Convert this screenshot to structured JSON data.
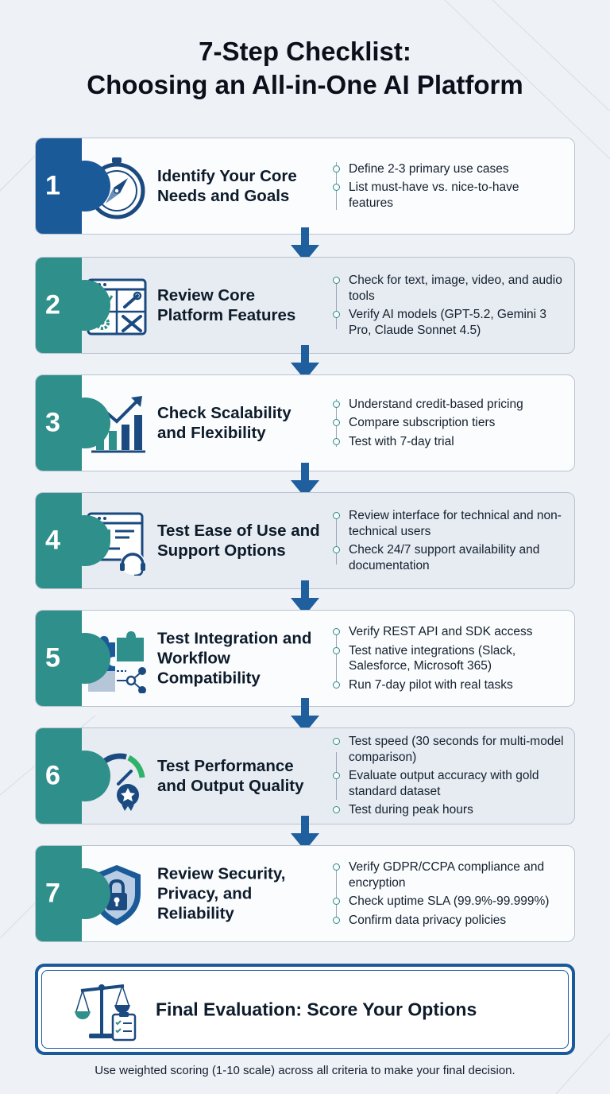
{
  "title_line1": "7-Step Checklist:",
  "title_line2": "Choosing an All-in-One AI Platform",
  "colors": {
    "navy": "#1a5a99",
    "teal": "#2f8f8a",
    "arrow": "#1f5f9e",
    "green_accent": "#2fb36b"
  },
  "steps": [
    {
      "number": "1",
      "title": "Identify Your Core Needs and Goals",
      "icon": "compass-icon",
      "bullets": [
        "Define 2-3 primary use cases",
        "List must-have vs. nice-to-have features"
      ]
    },
    {
      "number": "2",
      "title": "Review Core Platform Features",
      "icon": "feature-dashboard-icon",
      "bullets": [
        "Check for text, image, video, and audio tools",
        "Verify AI models (GPT-5.2, Gemini 3 Pro, Claude Sonnet 4.5)"
      ]
    },
    {
      "number": "3",
      "title": "Check Scalability and Flexibility",
      "icon": "growth-chart-icon",
      "bullets": [
        "Understand credit-based pricing",
        "Compare subscription tiers",
        "Test with 7-day trial"
      ]
    },
    {
      "number": "4",
      "title": "Test Ease of Use and Support Options",
      "icon": "support-headset-icon",
      "bullets": [
        "Review interface for technical and non-technical users",
        "Check 24/7 support availability and documentation"
      ]
    },
    {
      "number": "5",
      "title": "Test Integration and Workflow Compatibility",
      "icon": "puzzle-integration-icon",
      "bullets": [
        "Verify REST API and SDK access",
        "Test native integrations (Slack, Salesforce, Microsoft 365)",
        "Run 7-day pilot with real tasks"
      ]
    },
    {
      "number": "6",
      "title": "Test Performance and Output Quality",
      "icon": "gauge-award-icon",
      "bullets": [
        "Test speed (30 seconds for multi-model comparison)",
        "Evaluate output accuracy with gold standard dataset",
        "Test during peak hours"
      ]
    },
    {
      "number": "7",
      "title": "Review Security, Privacy, and Reliability",
      "icon": "shield-lock-icon",
      "bullets": [
        "Verify GDPR/CCPA compliance and encryption",
        "Check uptime SLA (99.9%-99.999%)",
        "Confirm data privacy policies"
      ]
    }
  ],
  "final": {
    "title": "Final Evaluation: Score Your Options",
    "icon": "scales-checklist-icon"
  },
  "footer": "Use weighted scoring (1-10 scale) across all criteria to make your final decision."
}
